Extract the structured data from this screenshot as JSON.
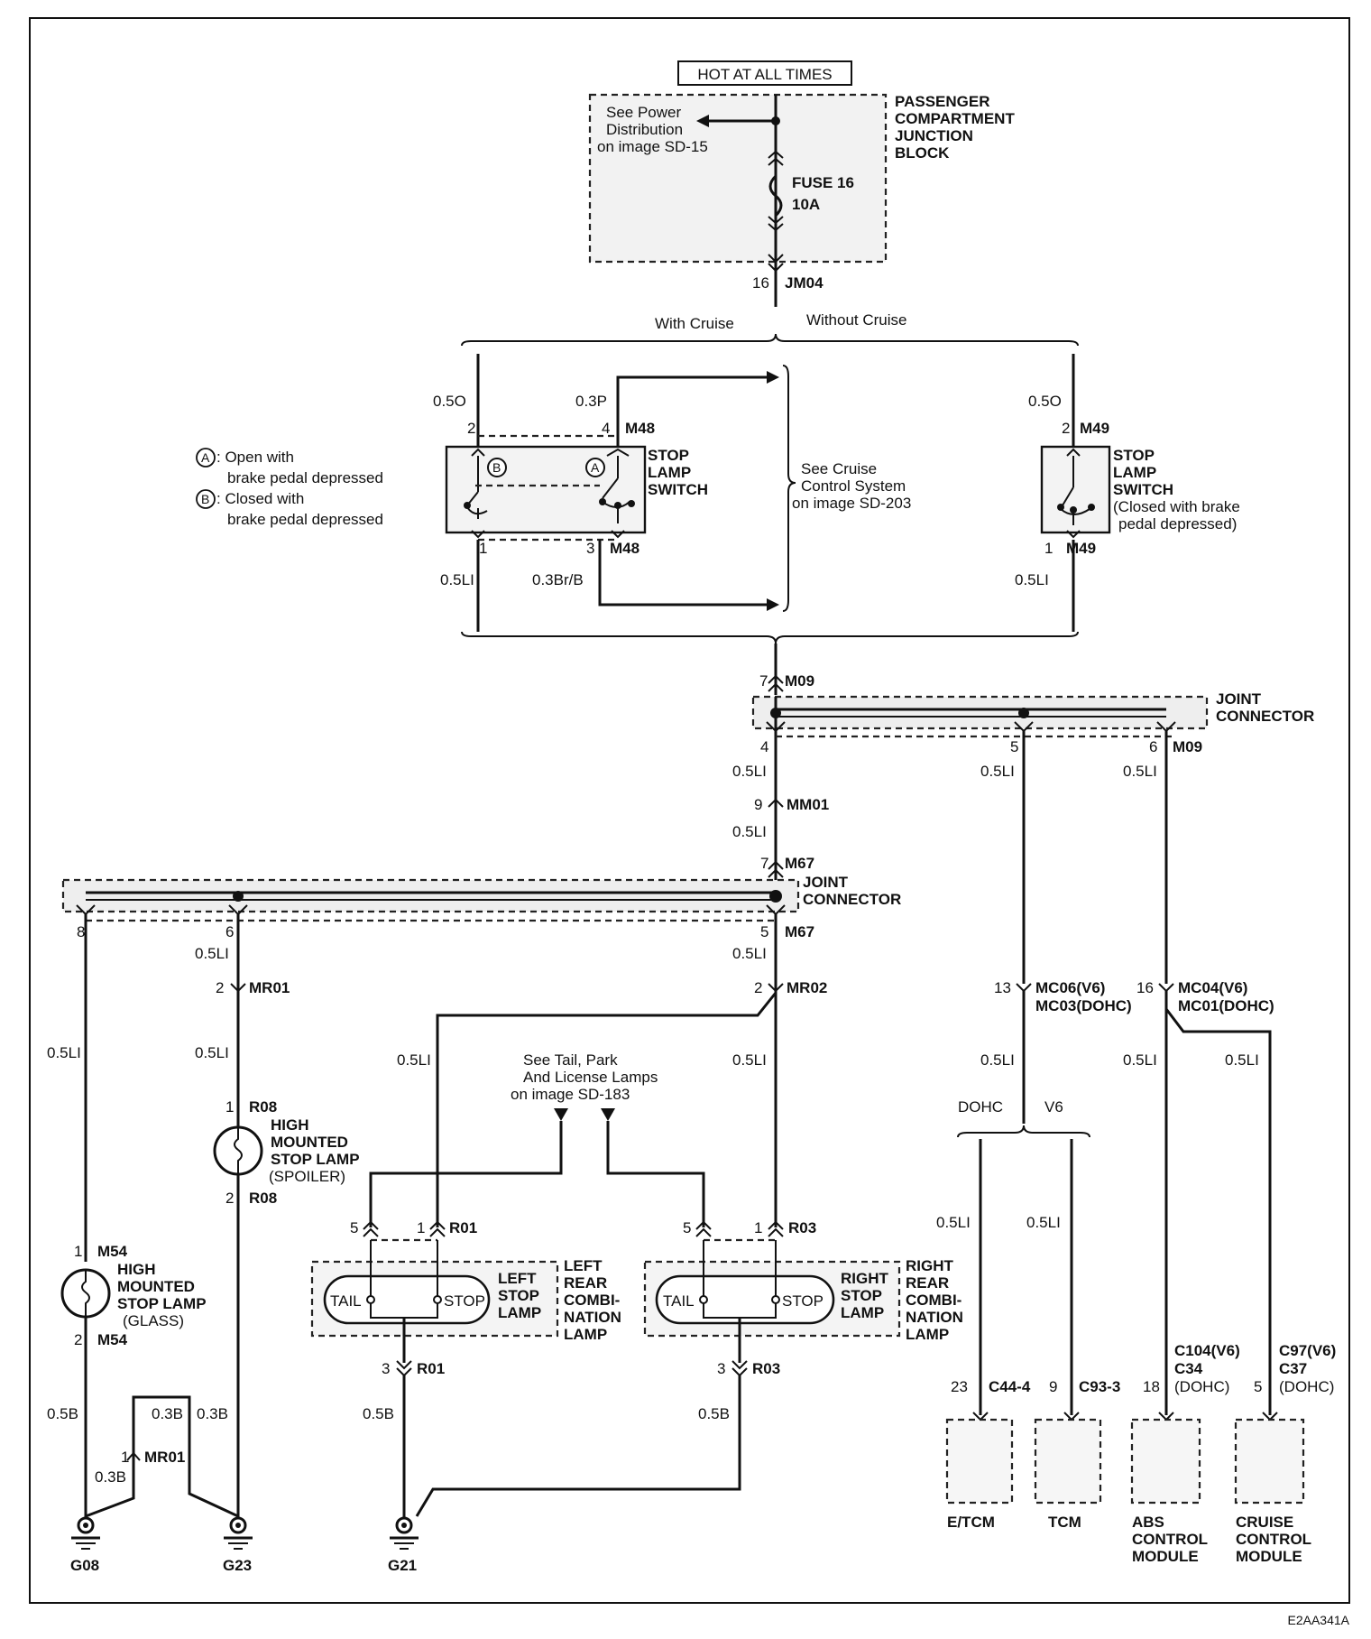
{
  "hot": "HOT AT ALL TIMES",
  "pcjb": {
    "l1": "PASSENGER",
    "l2": "COMPARTMENT",
    "l3": "JUNCTION",
    "l4": "BLOCK"
  },
  "see_power": {
    "l1": "See Power",
    "l2": "Distribution",
    "l3": "on image SD-15"
  },
  "fuse": {
    "l1": "FUSE 16",
    "l2": "10A"
  },
  "jm04": {
    "pin": "16",
    "name": "JM04"
  },
  "with_cruise": "With Cruise",
  "without_cruise": "Without Cruise",
  "wire_05O": "0.5O",
  "wire_03P": "0.3P",
  "wire_05LI": "0.5LI",
  "wire_03BrB": "0.3Br/B",
  "wire_05B": "0.5B",
  "wire_03B": "0.3B",
  "m48": "M48",
  "m49": "M49",
  "stop_lamp_switch": {
    "l1": "STOP",
    "l2": "LAMP",
    "l3": "SWITCH"
  },
  "m49_note": {
    "l1": "(Closed with brake",
    "l2": "pedal depressed)"
  },
  "legend": {
    "a_sym": "A",
    "a1": ": Open with",
    "a2": "brake pedal depressed",
    "b_sym": "B",
    "b1": ": Closed with",
    "b2": "brake pedal depressed"
  },
  "see_cruise": {
    "l1": "See Cruise",
    "l2": "Control System",
    "l3": "on image SD-203"
  },
  "m09": "M09",
  "joint_connector": {
    "l1": "JOINT",
    "l2": "CONNECTOR"
  },
  "mm01": "MM01",
  "m67": "M67",
  "mr01": "MR01",
  "mr02": "MR02",
  "r08": "R08",
  "m54": "M54",
  "r01": "R01",
  "r03": "R03",
  "hmsl_spoiler": {
    "l1": "HIGH",
    "l2": "MOUNTED",
    "l3": "STOP LAMP",
    "l4": "(SPOILER)"
  },
  "hmsl_glass": {
    "l1": "HIGH",
    "l2": "MOUNTED",
    "l3": "STOP LAMP",
    "l4": "(GLASS)"
  },
  "see_tail": {
    "l1": "See Tail, Park",
    "l2": "And License Lamps",
    "l3": "on image SD-183"
  },
  "tail": "TAIL",
  "stop": "STOP",
  "left_stop_lamp": {
    "l1": "LEFT",
    "l2": "STOP",
    "l3": "LAMP"
  },
  "right_stop_lamp": {
    "l1": "RIGHT",
    "l2": "STOP",
    "l3": "LAMP"
  },
  "left_rear": {
    "l1": "LEFT",
    "l2": "REAR",
    "l3": "COMBI-",
    "l4": "NATION",
    "l5": "LAMP"
  },
  "right_rear": {
    "l1": "RIGHT",
    "l2": "REAR",
    "l3": "COMBI-",
    "l4": "NATION",
    "l5": "LAMP"
  },
  "mc06": "MC06(V6)",
  "mc03": "MC03(DOHC)",
  "mc04": "MC04(V6)",
  "mc01": "MC01(DOHC)",
  "dohc": "DOHC",
  "v6": "V6",
  "c44": "C44-4",
  "c93": "C93-3",
  "c104": "C104(V6)",
  "c34": "C34",
  "dohc_paren": "(DOHC)",
  "c97": "C97(V6)",
  "c37": "C37",
  "etcm": "E/TCM",
  "tcm": "TCM",
  "abs": {
    "l1": "ABS",
    "l2": "CONTROL",
    "l3": "MODULE"
  },
  "cruise_mod": {
    "l1": "CRUISE",
    "l2": "CONTROL",
    "l3": "MODULE"
  },
  "g08": "G08",
  "g23": "G23",
  "g21": "G21",
  "fig_id": "E2AA341A",
  "pins": {
    "p1": "1",
    "p2": "2",
    "p3": "3",
    "p4": "4",
    "p5": "5",
    "p6": "6",
    "p7": "7",
    "p8": "8",
    "p9": "9",
    "p13": "13",
    "p16": "16",
    "p18": "18",
    "p23": "23"
  }
}
